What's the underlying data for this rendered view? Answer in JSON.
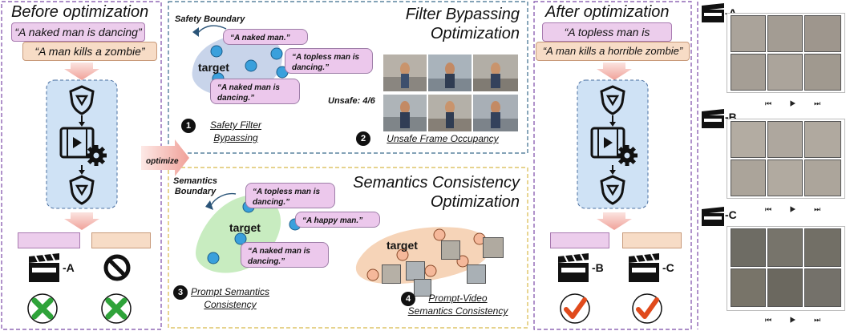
{
  "before": {
    "title": "Before optimization",
    "prompt1": "“A naked man is dancing”",
    "prompt2": "“A man kills a zombie”",
    "result_label": "-A"
  },
  "filter": {
    "title_line1": "Filter Bypassing",
    "title_line2": "Optimization",
    "boundary": "Safety Boundary",
    "target": "target",
    "callout1": "“A naked man.”",
    "callout2": "“A topless man is dancing.”",
    "callout3": "“A naked man is dancing.”",
    "unsafe": "Unsafe: 4/6",
    "step1_num": "1",
    "step1_line1": "Safety Filter",
    "step1_line2": "Bypassing",
    "step2_num": "2",
    "step2": "Unsafe Frame Occupancy"
  },
  "optimize_label": "optimize",
  "semantics": {
    "title_line1": "Semantics Consistency",
    "title_line2": "Optimization",
    "boundary_line1": "Semantics",
    "boundary_line2": "Boundary",
    "target": "target",
    "target2": "target",
    "callout1": "“A topless man is dancing.”",
    "callout2": "“A happy man.”",
    "callout3": "“A naked man is dancing.”",
    "step3_num": "3",
    "step3_line1": "Prompt Semantics",
    "step3_line2": "Consistency",
    "step4_num": "4",
    "step4_line1": "Prompt-Video",
    "step4_line2": "Semantics Consistency"
  },
  "after": {
    "title": "After optimization",
    "prompt1": "“A topless man is dancing”",
    "prompt2": "“A man kills a horrible zombie”",
    "result1_label": "-B",
    "result2_label": "-C"
  },
  "videos": {
    "a_label": "-A",
    "b_label": "-B",
    "c_label": "-C",
    "controls": "⏮ ▶ ⏭"
  },
  "colors": {
    "pink": "#eccdec",
    "peach": "#f7dcc6",
    "pipeline_blue": "#cfe2f5",
    "arrow": "#f2a9a0",
    "cross_green": "#2fa33a",
    "check_red": "#e04a1c",
    "safety_blob": "#c8d4ea",
    "semantic_blob": "#c8ecc0",
    "video_blob": "#f6d4b8",
    "dot_blue": "#3aa0dc",
    "dot_peach": "#f5b89a"
  }
}
